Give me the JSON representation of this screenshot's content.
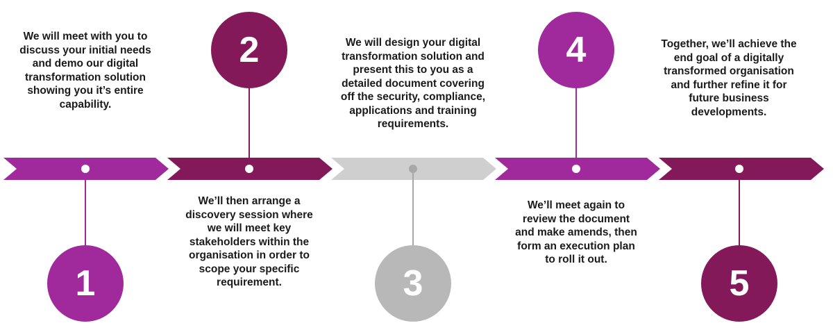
{
  "colors": {
    "purple": "#a0299c",
    "plum": "#84195a",
    "grey": "#cfcfcf",
    "grey_line": "#a8a8a8",
    "grey_circle": "#b8b8b8",
    "dot": "#ffffff"
  },
  "steps": [
    {
      "number": "1",
      "color": "purple",
      "description": "We will meet with you to discuss your initial needs and demo our digital transformation solution showing you it’s entire capability."
    },
    {
      "number": "2",
      "color": "plum",
      "description": "We’ll then arrange a discovery session where we will meet key stakeholders within the organisation in order to scope your specific requirement."
    },
    {
      "number": "3",
      "color": "grey",
      "description": "We will design your digital transformation solution and present this to you as a detailed document covering off the security, compliance, applications and training requirements."
    },
    {
      "number": "4",
      "color": "purple",
      "description": "We’ll meet again to review the document and make amends, then form an execution plan to roll it out."
    },
    {
      "number": "5",
      "color": "plum",
      "description": "Together, we’ll achieve the end goal of a digitally transformed organisation and further refine it for future business developments."
    }
  ]
}
